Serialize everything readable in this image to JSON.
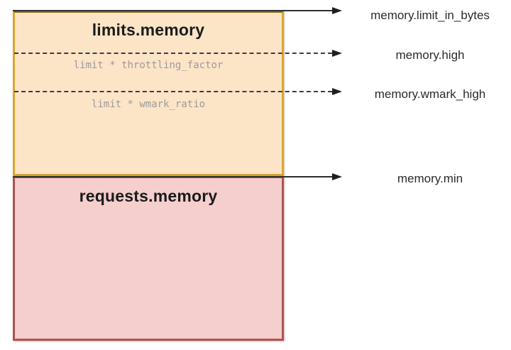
{
  "diagram": {
    "limits_box": {
      "title": "limits.memory",
      "throttling_label": "limit * throttling_factor",
      "wmark_label": "limit * wmark_ratio",
      "fill": "#FCE4C7",
      "border": "#D9A62E"
    },
    "requests_box": {
      "title": "requests.memory",
      "fill": "#F4CFCD",
      "border": "#AF5350"
    },
    "labels": [
      {
        "text": "memory.limit_in_bytes",
        "arrow_style": "solid"
      },
      {
        "text": "memory.high",
        "arrow_style": "dashed"
      },
      {
        "text": "memory.wmark_high",
        "arrow_style": "dashed"
      },
      {
        "text": "memory.min",
        "arrow_style": "solid"
      }
    ],
    "line_color": "#2f2f2f"
  }
}
